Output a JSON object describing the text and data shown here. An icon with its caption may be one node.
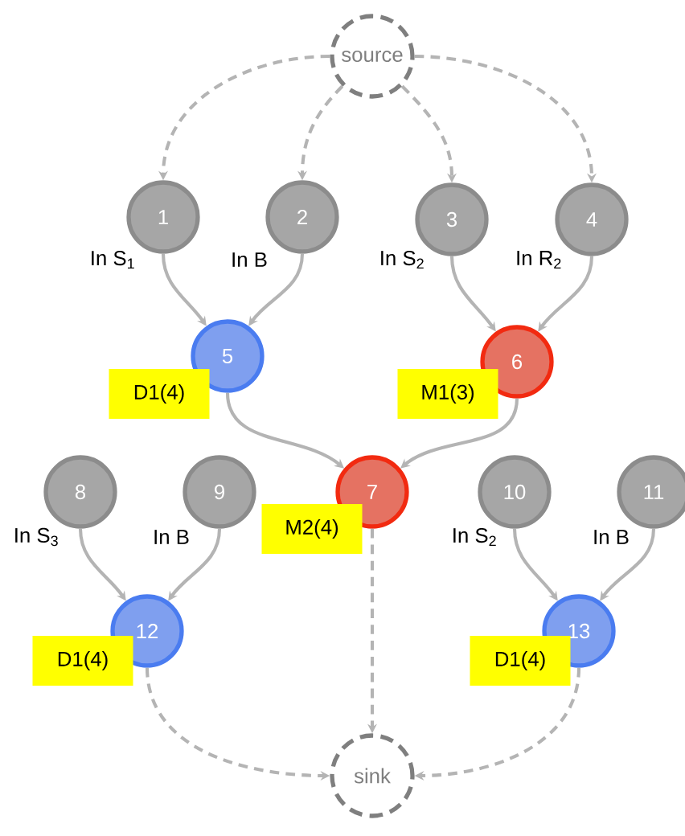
{
  "diagram": {
    "nodes": [
      {
        "text": [
          "source"
        ]
      },
      {
        "text": [
          "1"
        ],
        "beside": [
          "In S$_{1}$"
        ]
      },
      {
        "text": [
          "2"
        ],
        "beside": [
          "In B"
        ]
      },
      {
        "text": [
          "3"
        ],
        "beside": [
          "In S$_{2}$"
        ]
      },
      {
        "text": [
          "4"
        ],
        "beside": [
          "In R$_{2}$"
        ]
      },
      {
        "text": [
          "5"
        ],
        "beside": [
          "D1(4)"
        ]
      },
      {
        "text": [
          "6"
        ],
        "beside": [
          "M1(3)"
        ]
      },
      {
        "text": [
          "7"
        ],
        "beside": [
          "M2(4)"
        ]
      },
      {
        "text": [
          "8"
        ],
        "beside": [
          "In S$_{3}$"
        ]
      },
      {
        "text": [
          "9"
        ],
        "beside": [
          "In B"
        ]
      },
      {
        "text": [
          "10"
        ],
        "beside": [
          "In S$_{2}$"
        ]
      },
      {
        "text": [
          "11"
        ],
        "beside": [
          "In B"
        ]
      },
      {
        "text": [
          "12"
        ],
        "beside": [
          "D1(4)"
        ]
      },
      {
        "text": [
          "13"
        ],
        "beside": [
          "D1(4)"
        ]
      },
      {
        "text": [
          "sink"
        ]
      }
    ],
    "edges": [
      {
        "from": 0,
        "to": 1,
        "arrow": "to",
        "style": "dashed"
      },
      {
        "from": 0,
        "to": 2,
        "arrow": "to",
        "style": "dashed"
      },
      {
        "from": 0,
        "to": 3,
        "arrow": "to",
        "style": "dashed"
      },
      {
        "from": 0,
        "to": 4,
        "arrow": "to",
        "style": "dashed"
      },
      {
        "from": 1,
        "to": 5,
        "arrow": "to"
      },
      {
        "from": 2,
        "to": 5,
        "arrow": "to"
      },
      {
        "from": 3,
        "to": 6,
        "arrow": "to"
      },
      {
        "from": 4,
        "to": 6,
        "arrow": "to"
      },
      {
        "from": 5,
        "to": 7,
        "arrow": "to"
      },
      {
        "from": 6,
        "to": 7,
        "arrow": "to"
      },
      {
        "from": 8,
        "to": 12,
        "arrow": "to"
      },
      {
        "from": 9,
        "to": 12,
        "arrow": "to"
      },
      {
        "from": 10,
        "to": 13,
        "arrow": "to"
      },
      {
        "from": 11,
        "to": 13,
        "arrow": "to"
      },
      {
        "from": 7,
        "to": 14,
        "arrow": "to",
        "style": "dashed"
      },
      {
        "from": 12,
        "to": 14,
        "arrow": "to",
        "style": "dashed"
      },
      {
        "from": 13,
        "to": 14,
        "arrow": "to",
        "style": "dashed"
      }
    ]
  }
}
